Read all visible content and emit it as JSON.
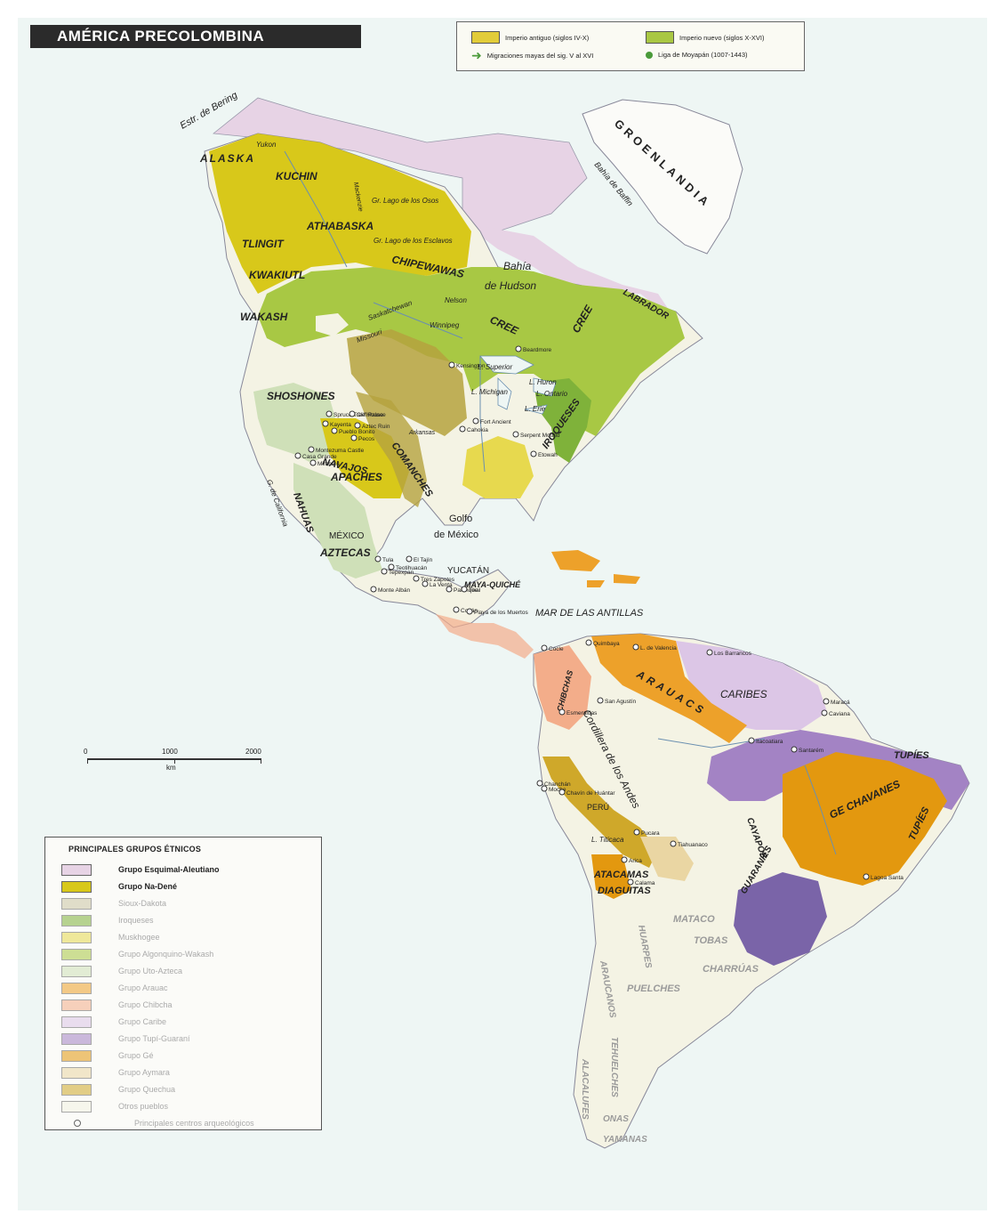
{
  "title": "AMÉRICA PRECOLOMBINA",
  "top_legend": {
    "items": [
      {
        "label": "Imperio antiguo (siglos IV-X)",
        "color": "#e2cc3a"
      },
      {
        "label": "Imperio nuevo (siglos X-XVI)",
        "color": "#a9c743"
      },
      {
        "label": "Migraciones mayas del sig. V al XVI",
        "color": "#4a9a3a"
      },
      {
        "label": "Liga de Moyapán (1007-1443)",
        "color": "#4a9a3a"
      }
    ]
  },
  "scale": {
    "ticks": [
      "0",
      "1000",
      "2000"
    ],
    "unit": "km"
  },
  "legend": {
    "heading": "PRINCIPALES GRUPOS ÉTNICOS",
    "items": [
      {
        "label": "Grupo Esquimal-Aleutiano",
        "color": "#e7d3e5"
      },
      {
        "label": "Grupo Na-Dené",
        "color": "#d8c81a"
      },
      {
        "label": "Sioux-Dakota",
        "color": "#cbc6a3"
      },
      {
        "label": "Iroqueses",
        "color": "#7fb23a"
      },
      {
        "label": "Muskhogee",
        "color": "#e7d94e"
      },
      {
        "label": "Grupo Algonquino-Wakash",
        "color": "#a8c844"
      },
      {
        "label": "Grupo Uto-Azteca",
        "color": "#cfe0b8"
      },
      {
        "label": "Grupo Arauac",
        "color": "#eda12a"
      },
      {
        "label": "Grupo Chibcha",
        "color": "#f3ad8a"
      },
      {
        "label": "Grupo Caribe",
        "color": "#dcc6e6"
      },
      {
        "label": "Grupo Tupí-Guaraní",
        "color": "#a383c4"
      },
      {
        "label": "Grupo Gé",
        "color": "#e3980f"
      },
      {
        "label": "Grupo Aymara",
        "color": "#ead6a3"
      },
      {
        "label": "Grupo Quechua",
        "color": "#cfa82a"
      },
      {
        "label": "Otros pueblos",
        "color": "#f3f3e3"
      },
      {
        "label": "Principales centros arqueológicos",
        "color": "#ffffff"
      }
    ]
  },
  "places": {
    "bering": "Estr. de Bering",
    "alaska": "ALASKA",
    "yukon": "Yukon",
    "kuchin": "KUCHIN",
    "mackenzie": "Mackenzie",
    "gran_lago_osos": "Gr. Lago de los Osos",
    "gran_lago_esclavos": "Gr. Lago de los Esclavos",
    "athabaska": "ATHABASKA",
    "tlingit": "TLINGIT",
    "chipewawas": "CHIPEWAWAS",
    "kwakiutl": "KWAKIUTL",
    "wakash": "WAKASH",
    "bahia_hudson_1": "Bahía",
    "bahia_hudson_2": "de Hudson",
    "groenlandia": "GROENLANDIA",
    "bahia_baffin": "Bahía de Baffin",
    "labrador": "LABRADOR",
    "cree1": "CREE",
    "cree2": "CREE",
    "nelson": "Nelson",
    "winnipeg": "Winnipeg",
    "saskatchewan": "Saskatchewan",
    "missouri": "Missouri",
    "shoshones": "SHOSHONES",
    "navajos": "NAVAJOS",
    "apaches": "APACHES",
    "comanches": "COMANCHES",
    "iroqueses": "IROQUESES",
    "nahuas": "NAHUAS",
    "mexico": "MÉXICO",
    "aztecas": "AZTECAS",
    "golfo_1": "Golfo",
    "golfo_2": "de México",
    "yucatan": "YUCATÁN",
    "maya_quiche": "MAYA-QUICHÉ",
    "antillas": "MAR DE LAS ANTILLAS",
    "caribes": "CARIBES",
    "arauacs": "ARAUACS",
    "chibchas": "CHIBCHAS",
    "cordillera": "Cordillera de los Andes",
    "tupies1": "TUPÍES",
    "tupies2": "TUPÍES",
    "chavanes": "GE CHAVANES",
    "cayapos": "CAYAPOS",
    "atacamas": "ATACAMAS",
    "diaguitas": "DIAGUITAS",
    "mataco": "MATACO",
    "tobas": "TOBAS",
    "charruas": "CHARRÚAS",
    "puelches": "PUELCHES",
    "huarpes": "HUARPES",
    "araucanos": "ARAUCANOS",
    "tehuelches": "TEHUELCHES",
    "alacalufes": "ALACALUFES",
    "onas": "ONAS",
    "yamanas": "YAMANAS",
    "guaranies": "GUARANÍES",
    "peru": "PERÚ",
    "golfo_california": "G. de California",
    "arkansas": "Arkansas",
    "l_superior": "L. Superior",
    "l_michigan": "L. Michigan",
    "l_huron": "L. Huron",
    "l_ontario": "L. Ontario",
    "l_erie": "L. Erie",
    "l_titicaca": "L. Titicaca"
  },
  "sites": [
    "Spruce Tree House",
    "Cliff Palace",
    "Kayenta",
    "Aztec Ruin",
    "Pueblo Bonito",
    "Pecos",
    "Montezuma Castle",
    "Casa Grande",
    "Mimbres",
    "Cahokia",
    "Fort Ancient",
    "Serpent Mound",
    "Etowah",
    "Kensington",
    "Beardmore",
    "El Tajín",
    "Tula",
    "Teotihuacán",
    "Tepexpan",
    "Tres Zapotes",
    "La Venta",
    "Monte Albán",
    "Palenque",
    "Tikal",
    "Copán",
    "Playa de los Muertos",
    "Cocle",
    "Esmeraldas",
    "San Agustín",
    "Quimbaya",
    "Chanchán",
    "Moche",
    "Chavín de Huántar",
    "Pucara",
    "Tiahuanaco",
    "Arica",
    "Calama",
    "Lagoa Santa",
    "Santarém",
    "Itacoatiara",
    "Maracá",
    "Caviana",
    "Los Barrancos",
    "L. de Valencia"
  ]
}
